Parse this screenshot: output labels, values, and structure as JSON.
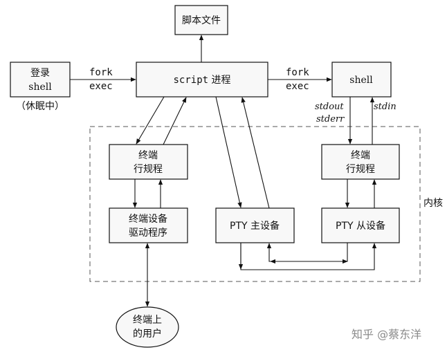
{
  "nodes": {
    "script_file": "脚本文件",
    "login_shell": [
      "登录",
      "shell"
    ],
    "login_note": "（休眠中）",
    "script_process_name": "script",
    "script_process_suffix": " 进程",
    "shell": "shell",
    "line_discipline_left": [
      "终端",
      "行规程"
    ],
    "line_discipline_right": [
      "终端",
      "行规程"
    ],
    "terminal_driver": [
      "终端设备",
      "驱动程序"
    ],
    "pty_master": "PTY 主设备",
    "pty_slave": "PTY 从设备",
    "user_terminal": [
      "终端上",
      "的用户"
    ]
  },
  "labels": {
    "fork_left": "fork",
    "exec_left": "exec",
    "fork_right": "fork",
    "exec_right": "exec",
    "stdout": "stdout",
    "stderr": "stderr",
    "stdin": "stdin",
    "kernel": "内核"
  },
  "watermark": "知乎 @蔡东洋"
}
